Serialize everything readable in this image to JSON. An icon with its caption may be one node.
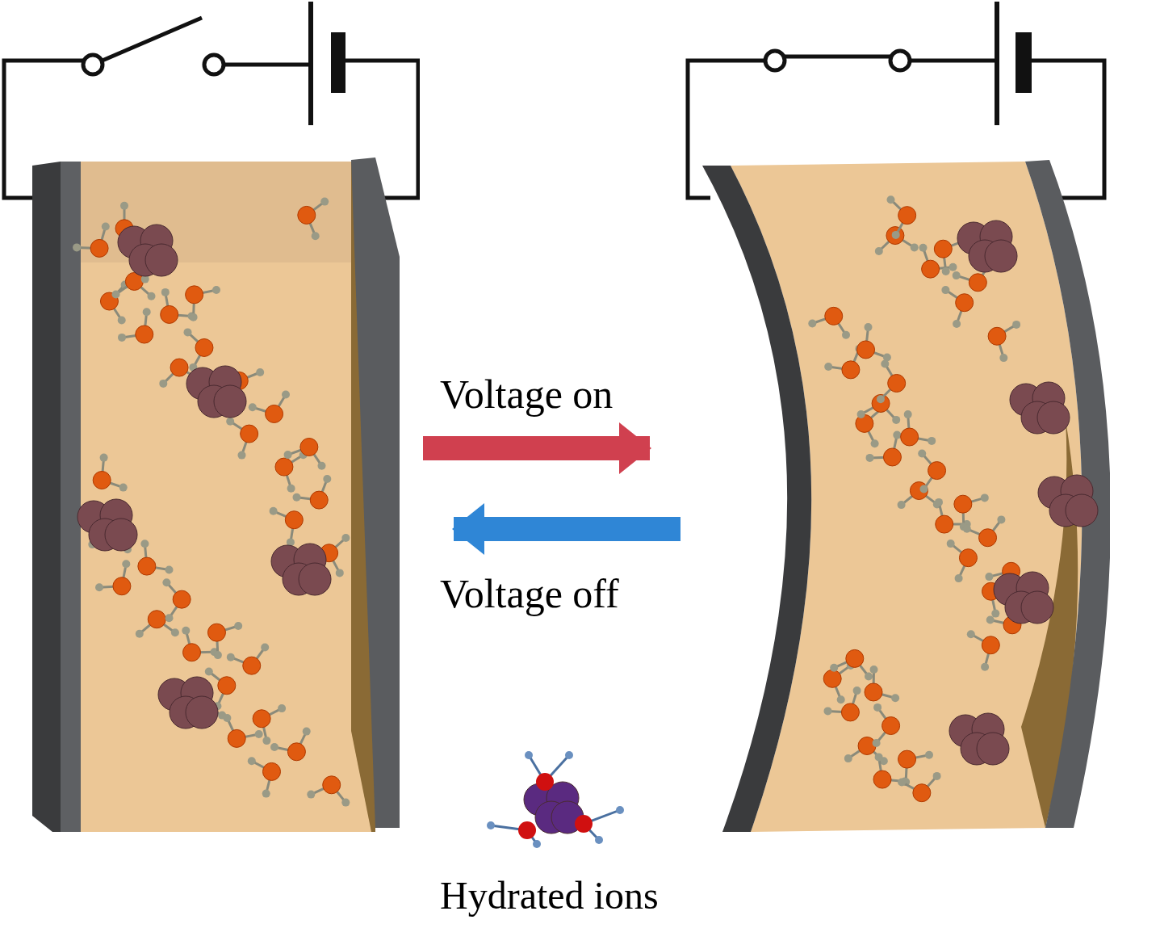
{
  "diagram": {
    "nodes": [
      {
        "text": [],
        "shape": "picture"
      },
      {
        "text": [],
        "shape": "picture"
      }
    ],
    "edges": [
      {
        "from": 0,
        "to": 1,
        "arrow": "to",
        "label": "Voltage on",
        "color": "#d0404f"
      },
      {
        "from": 1,
        "to": 0,
        "arrow": "to",
        "label": "Voltage off",
        "color": "#2f86d6"
      }
    ],
    "labels": [
      "Hydrated ions"
    ]
  }
}
